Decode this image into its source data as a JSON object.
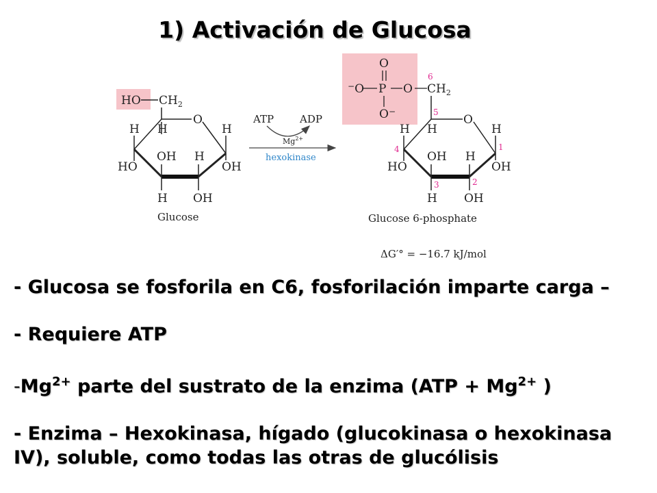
{
  "title": "1) Activación de Glucosa",
  "scheme": {
    "ho_group": "HO",
    "ch2": "CH",
    "ch2_sub": "2",
    "ring_o": "O",
    "h": "H",
    "ho": "HO",
    "oh": "OH",
    "glucose_label": "Glucose",
    "atp": "ATP",
    "adp": "ADP",
    "mg": "Mg",
    "mg_charge": "2+",
    "enzyme": "hexokinase",
    "phosphate_o": "O",
    "phosphate_p": "P",
    "minus": "−",
    "carbon_numbers": [
      "1",
      "2",
      "3",
      "4",
      "5",
      "6"
    ],
    "product_label": "Glucose 6-phosphate",
    "delta_g": "ΔG′° = −16.7 kJ/mol",
    "colors": {
      "highlight": "#f6c4c9",
      "carbon_number": "#e0298f",
      "enzyme": "#2f86c9"
    }
  },
  "bullets": {
    "b1": "- Glucosa se fosforila en C6, fosforilación imparte carga –",
    "b2": "- Requiere ATP",
    "b3_dash": "-",
    "b3_mg": "Mg",
    "b3_sup1": "2+",
    "b3_text": " parte del sustrato de la enzima (ATP + Mg",
    "b3_sup2": "2+",
    "b3_end": " )",
    "b4_line1": "- Enzima – Hexokinasa, hígado (glucokinasa o hexokinasa",
    "b4_line2": "IV), soluble, como todas las otras de glucólisis"
  }
}
